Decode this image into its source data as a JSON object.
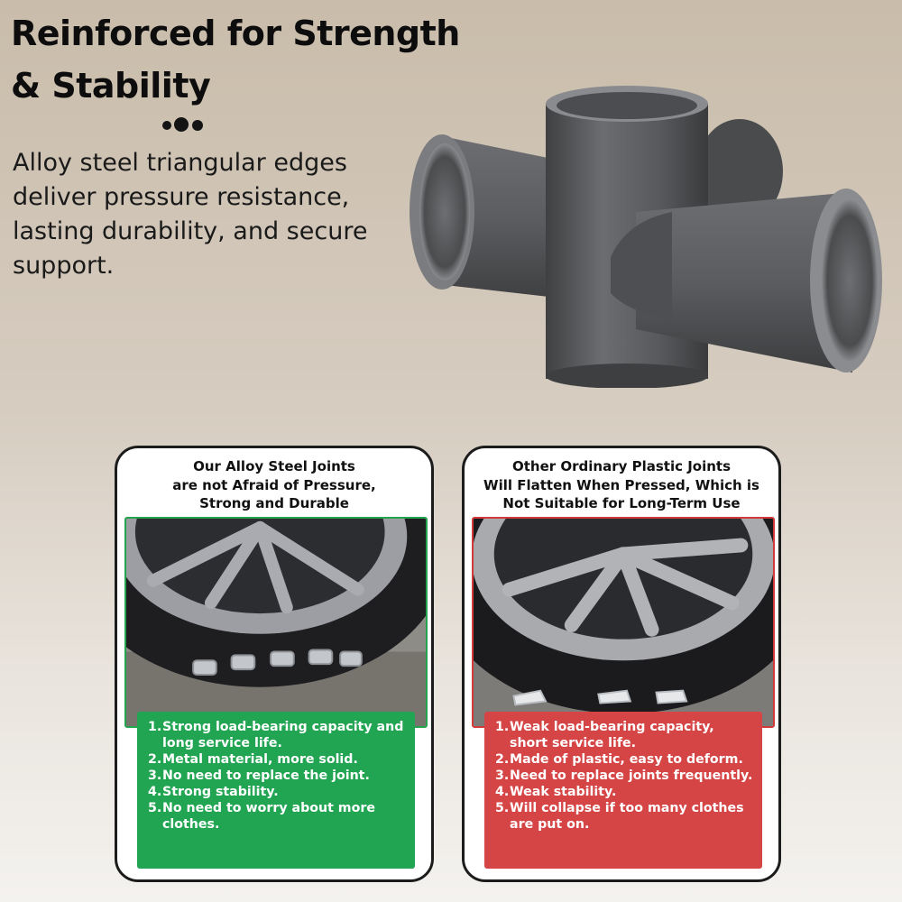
{
  "headline": "Reinforced for Strength & Stability",
  "description": "Alloy steel triangular edges deliver pressure resistance, lasting durability, and secure support.",
  "icons": {
    "decoration": "three-dots-icon",
    "product": "four-way-pipe-joint-icon"
  },
  "colors": {
    "good": "#22a552",
    "bad": "#d64545",
    "product": "#5a5b5d"
  },
  "left_card": {
    "title_lines": [
      "Our Alloy Steel Joints",
      "are not Afraid of Pressure,",
      "Strong and Durable"
    ],
    "items": [
      "Strong load-bearing capacity and long service life.",
      "Metal material, more solid.",
      "No need to replace the joint.",
      "Strong stability.",
      "No need to worry about more clothes."
    ]
  },
  "right_card": {
    "title_lines": [
      "Other Ordinary Plastic Joints",
      "Will Flatten When Pressed, Which is",
      "Not Suitable for Long-Term Use"
    ],
    "items": [
      "Weak load-bearing capacity, short service life.",
      "Made of plastic, easy to deform.",
      "Need to replace joints frequently.",
      "Weak stability.",
      "Will collapse if too many clothes are put on."
    ]
  }
}
